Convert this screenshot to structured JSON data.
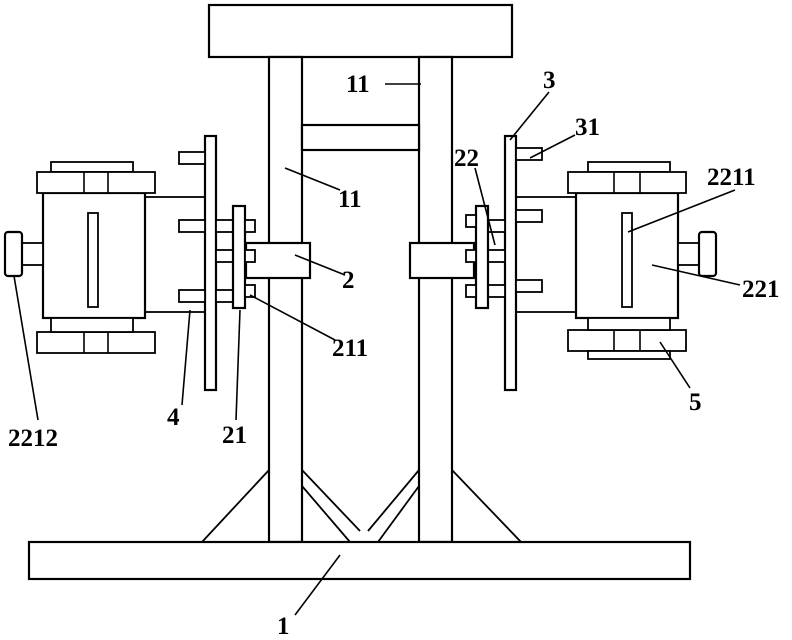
{
  "labels": {
    "frame_top": "11",
    "frame_mid": "11",
    "base": "1",
    "sleeve": "2",
    "flange_bolt": "211",
    "flange_left": "21",
    "support_plate": "3",
    "plate_bolt": "31",
    "flange_right": "22",
    "body_slot": "2211",
    "body_right": "221",
    "bottom_clamp": "5",
    "arm_left": "4",
    "knob_left": "2212"
  },
  "colors": {
    "line": "#000000",
    "fill": "#ffffff"
  }
}
